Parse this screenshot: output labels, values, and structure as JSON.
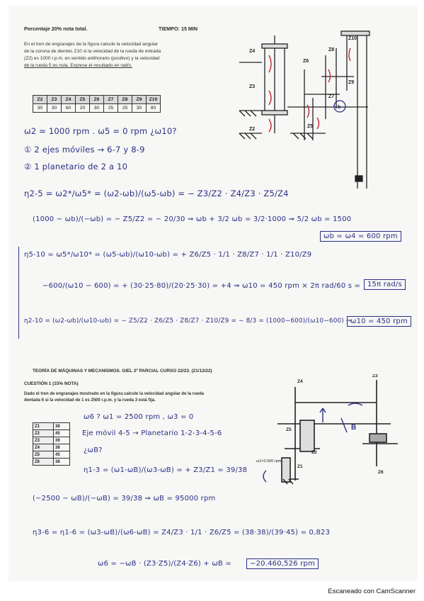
{
  "sheet1": {
    "title": "Porcentaje 20% nota total.",
    "time": "TIEMPO: 15 MIN",
    "statement": [
      "En el tren de engranajes de la figura calcule la velocidad angular",
      "de la corona de dientes Z10 si la velocidad de la rueda de entrada",
      "(Z2) es 1000 r.p.m. en sentido antihorario (positivo) y la velocidad",
      "de la rueda 5 es nula. Exprese el resultado en rad/s."
    ],
    "table_headers": [
      "Z2",
      "Z3",
      "Z4",
      "Z5",
      "Z6",
      "Z7",
      "Z8",
      "Z9",
      "Z10"
    ],
    "table_values": [
      "30",
      "30",
      "60",
      "20",
      "30",
      "25",
      "25",
      "30",
      "80"
    ],
    "diagram_labels": [
      "Z4",
      "Z3",
      "Z2",
      "Z5",
      "Z6",
      "Z7",
      "Z8",
      "Z9",
      "Z10",
      "b"
    ],
    "hand": {
      "l1": "ω2 = 1000 rpm . ω5 = 0 rpm ¿ω10?",
      "l2": "① 2 ejes móviles → 6-7 y 8-9",
      "l3": "② 1 planetario de 2 a 10",
      "l4": "η2-5 = ω2*/ω5* = (ω2-ωb)/(ω5-ωb) = − Z3/Z2 · Z4/Z3 · Z5/Z4",
      "l5": "(1000 − ωb)/(−ωb) = − Z5/Z2 = − 20/30 ⇒ ωb + 3/2 ωb = 3/2·1000 ⇒ 5/2 ωb = 1500",
      "l5b": "ωb = ω4 = 600 rpm",
      "l6": "η5-10 = ω5*/ω10* = (ω5-ωb)/(ω10-ωb) = + Z6/Z5 · 1/1 · Z8/Z7 · 1/1 · Z10/Z9",
      "l7": "−600/(ω10 − 600) = + (30·25·80)/(20·25·30) = +4 ⇒ ω10 = 450 rpm × 2π rad/60 s =",
      "l7b": "15π rad/s",
      "l8": "η2-10 = (ω2-ωb)/(ω10-ωb) = − Z5/Z2 · Z6/Z5 · Z8/Z7 · Z10/Z9 = − 8/3 = (1000−600)/(ω10−600) ⇒",
      "l8b": "ω10 = 450 rpm"
    }
  },
  "sheet2": {
    "title": "TEORÍA DE MÁQUINAS Y MECANISMOS. GIEL 2º PARCIAL CURSO 22/23. (21/12/22)",
    "subtitle": "CUESTIÓN 1 (15% NOTA)",
    "statement": [
      "Dado el tren de engranajes mostrado en la figura calcule la velocidad angular de la rueda",
      "dentada 6 si la velocidad de 1 es 2500 r.p.m. y la rueda 3 está fija."
    ],
    "table_keys": [
      "Z1",
      "Z2",
      "Z3",
      "Z4",
      "Z5",
      "Z6"
    ],
    "table_values": [
      "38",
      "45",
      "39",
      "38",
      "45",
      "38"
    ],
    "diagram_labels": [
      "Z4",
      "Z5",
      "Z6",
      "Z1",
      "Z2",
      "Z3",
      "B"
    ],
    "omega_label": "ω1=2.500 rpm",
    "hand": {
      "m1": "ω6 ? ω1 = 2500 rpm , ω3 = 0",
      "m2": "Eje móvil 4-5 → Planetario 1-2-3-4-5-6",
      "m3": "¿ωB?",
      "m4": "η1-3 = (ω1-ωB)/(ω3-ωB) = + Z3/Z1 = 39/38",
      "m5": "(−2500 − ωB)/(−ωB) = 39/38 ⇒ ωB = 95000 rpm",
      "m6": "η3-6 = η1-6 = (ω3-ωB)/(ω6-ωB) = Z4/Z3 · 1/1 · Z6/Z5 = (38·38)/(39·45) = 0,823",
      "m7": "ω6 = −ωB · (Z3·Z5)/(Z4·Z6) + ωB =",
      "m7b": "−20.460,526 rpm"
    }
  },
  "footer": "Escaneado con CamScanner"
}
